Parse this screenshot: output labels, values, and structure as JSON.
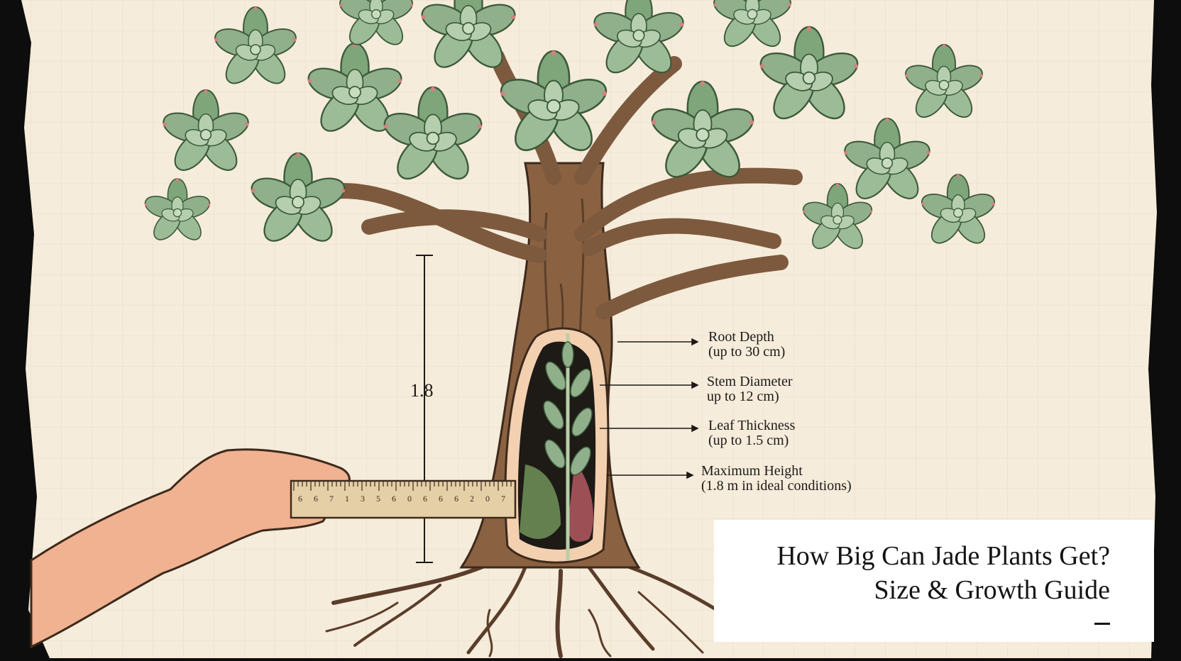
{
  "illustration": {
    "scale_label": "1.8",
    "callouts": [
      {
        "line1": "Root Depth",
        "line2": "(up to 30 cm)"
      },
      {
        "line1": "Stem Diameter",
        "line2": "up to 12 cm)"
      },
      {
        "line1": "Leaf Thickness",
        "line2": "(up to 1.5 cm)"
      },
      {
        "line1": "Maximum Height",
        "line2": "(1.8 m in ideal conditions)"
      }
    ],
    "ruler_marks": [
      "6",
      "6",
      "7",
      "1",
      "3",
      "5",
      "6",
      "0",
      "6",
      "6",
      "6",
      "2",
      "0",
      "7"
    ]
  },
  "title_card": {
    "line1": "How Big Can Jade Plants Get?",
    "line2": "Size & Growth Guide"
  },
  "colors": {
    "paper": "#f6ecdb",
    "leaf": "#8fb08a",
    "leaf_dark": "#5e7f5b",
    "bark": "#8a6242",
    "skin": "#f0b291",
    "ink": "#1c1a17"
  }
}
